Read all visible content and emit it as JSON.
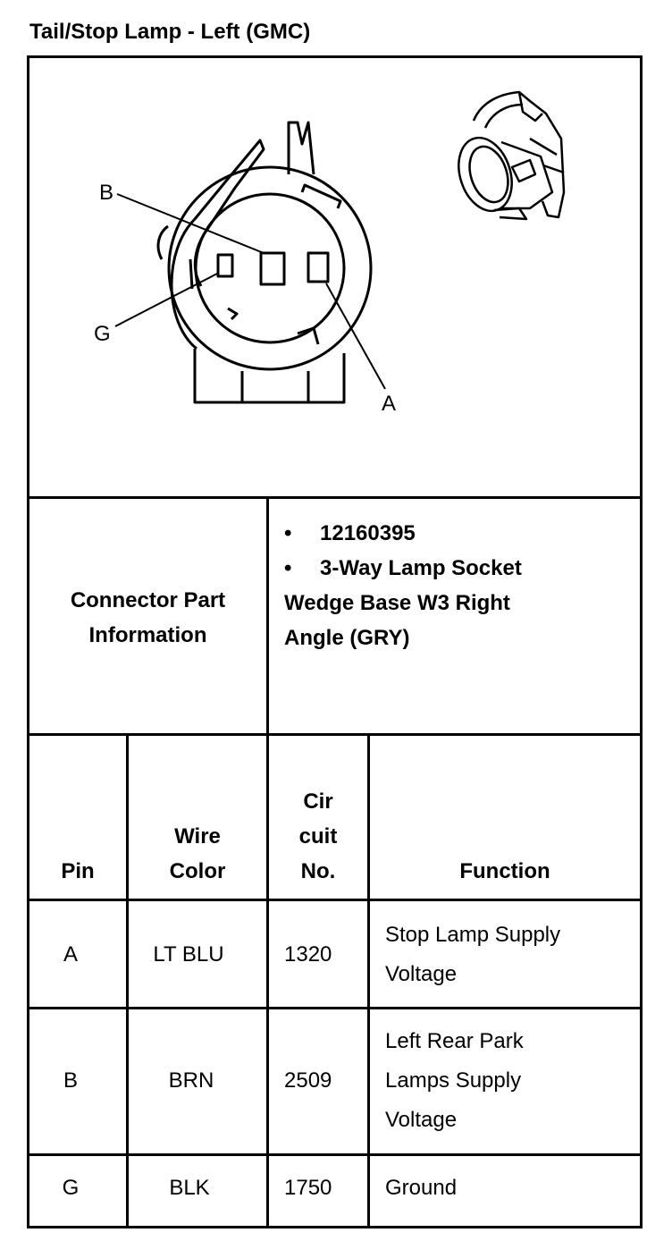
{
  "title": "Tail/Stop Lamp - Left (GMC)",
  "diagram": {
    "pin_labels": {
      "b": "B",
      "g": "G",
      "a": "A"
    }
  },
  "connector_info": {
    "label_line1": "Connector Part",
    "label_line2": "Information",
    "part_number": "12160395",
    "desc_line1": "3-Way Lamp Socket",
    "desc_line2": "Wedge Base W3 Right",
    "desc_line3": "Angle (GRY)"
  },
  "table": {
    "headers": {
      "pin": "Pin",
      "wire_line1": "Wire",
      "wire_line2": "Color",
      "circuit_line1": "Cir",
      "circuit_line2": "cuit",
      "circuit_line3": "No.",
      "function": "Function"
    },
    "rows": [
      {
        "pin": "A",
        "wire": "LT BLU",
        "circuit": "1320",
        "func_line1": "Stop Lamp Supply",
        "func_line2": "Voltage",
        "func_line3": ""
      },
      {
        "pin": "B",
        "wire": "BRN",
        "circuit": "2509",
        "func_line1": "Left Rear Park",
        "func_line2": "Lamps Supply",
        "func_line3": "Voltage"
      },
      {
        "pin": "G",
        "wire": "BLK",
        "circuit": "1750",
        "func_line1": "Ground",
        "func_line2": "",
        "func_line3": ""
      }
    ]
  }
}
